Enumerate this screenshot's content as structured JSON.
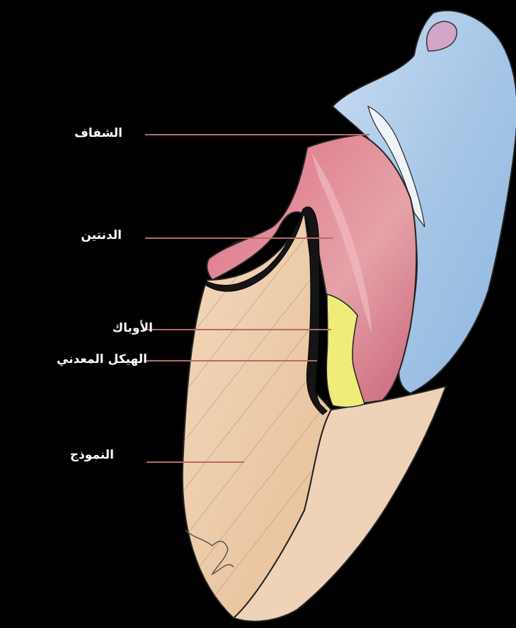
{
  "labels": {
    "enamel": "الشفاف",
    "dentin": "الدنتين",
    "opaque": "الأوباك",
    "metal_framework": "الهيكل المعدني",
    "model": "النموذج"
  },
  "colors": {
    "background": "#000000",
    "enamel": "#a9c8e8",
    "dentin": "#d9828f",
    "opaque": "#f0ec7a",
    "metal_framework": "#1a1a1a",
    "model": "#edc9a6",
    "leader_line": "#b86a6a",
    "label_text": "#ffffff"
  }
}
